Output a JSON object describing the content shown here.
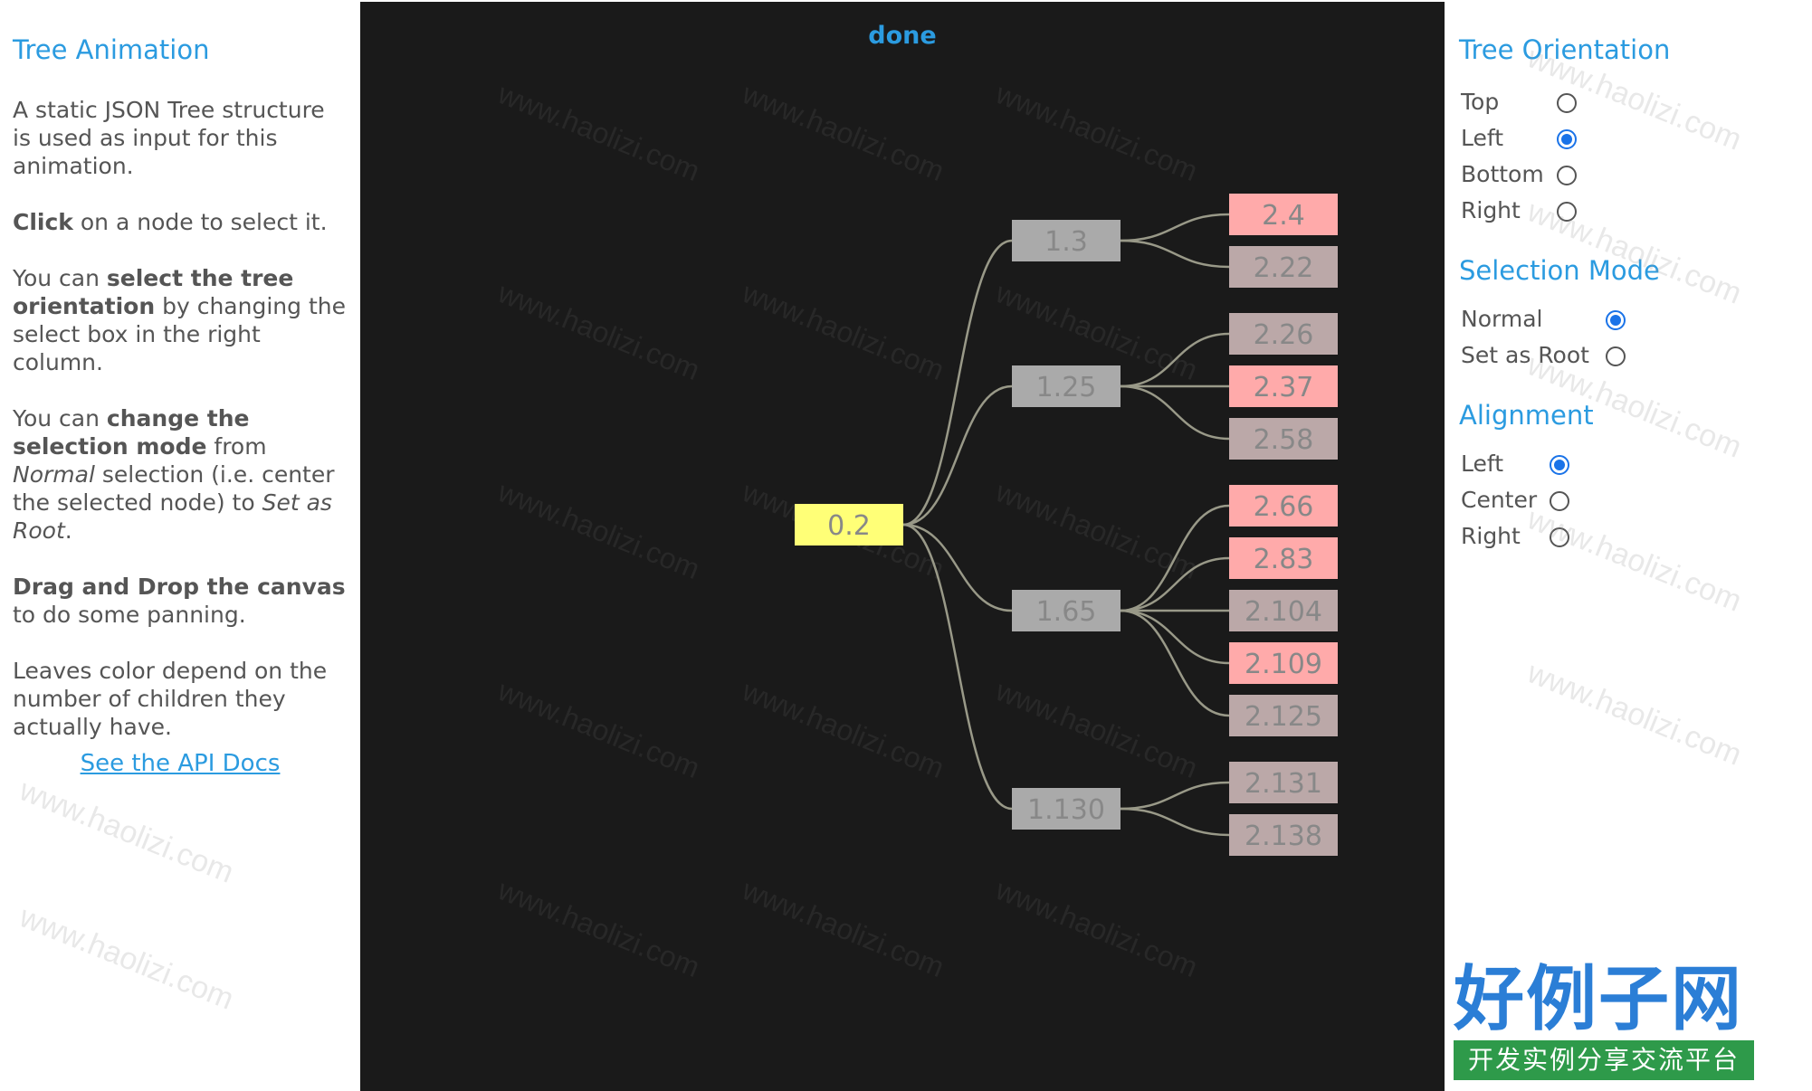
{
  "left": {
    "title": "Tree Animation",
    "p1": "A static JSON Tree structure is used as input for this animation.",
    "p2_bold": "Click",
    "p2_rest": " on a node to select it.",
    "p3_a": "You can ",
    "p3_bold": "select the tree orientation",
    "p3_b": " by changing the select box in the right column.",
    "p4_a": "You can ",
    "p4_bold": "change the selection mode",
    "p4_b": " from ",
    "p4_italic1": "Normal",
    "p4_c": " selection (i.e. center the selected node) to ",
    "p4_italic2": "Set as Root",
    "p4_d": ".",
    "p5_bold": "Drag and Drop the canvas",
    "p5_rest": " to do some panning.",
    "p6": "Leaves color depend on the number of children they actually have.",
    "api_link": "See the API Docs"
  },
  "canvas": {
    "status": "done",
    "background": "#1a1a1a"
  },
  "chart_data": {
    "type": "tree",
    "orientation": "left",
    "colors": {
      "root": "#ffff77",
      "inner": "#aaaaaa",
      "leaf_pink": "#ffaaaa",
      "leaf_muted": "#bba8a8",
      "edge": "#999988",
      "label_dark": "#888888"
    },
    "root": {
      "label": "0.2",
      "color": "root",
      "children": [
        {
          "label": "1.3",
          "color": "inner",
          "children": [
            {
              "label": "2.4",
              "color": "leaf_pink"
            },
            {
              "label": "2.22",
              "color": "leaf_muted"
            }
          ]
        },
        {
          "label": "1.25",
          "color": "inner",
          "children": [
            {
              "label": "2.26",
              "color": "leaf_muted"
            },
            {
              "label": "2.37",
              "color": "leaf_pink"
            },
            {
              "label": "2.58",
              "color": "leaf_muted"
            }
          ]
        },
        {
          "label": "1.65",
          "color": "inner",
          "children": [
            {
              "label": "2.66",
              "color": "leaf_pink"
            },
            {
              "label": "2.83",
              "color": "leaf_pink"
            },
            {
              "label": "2.104",
              "color": "leaf_muted"
            },
            {
              "label": "2.109",
              "color": "leaf_pink"
            },
            {
              "label": "2.125",
              "color": "leaf_muted"
            }
          ]
        },
        {
          "label": "1.130",
          "color": "inner",
          "children": [
            {
              "label": "2.131",
              "color": "leaf_muted"
            },
            {
              "label": "2.138",
              "color": "leaf_muted"
            }
          ]
        }
      ]
    }
  },
  "right": {
    "orientation": {
      "title": "Tree Orientation",
      "options": [
        "Top",
        "Left",
        "Bottom",
        "Right"
      ],
      "selected": "Left"
    },
    "selection_mode": {
      "title": "Selection Mode",
      "options": [
        "Normal",
        "Set as Root"
      ],
      "selected": "Normal"
    },
    "alignment": {
      "title": "Alignment",
      "options": [
        "Left",
        "Center",
        "Right"
      ],
      "selected": "Left"
    }
  },
  "logo": {
    "main": "好例子网",
    "sub": "开发实例分享交流平台"
  },
  "watermark": "www.haolizi.com"
}
